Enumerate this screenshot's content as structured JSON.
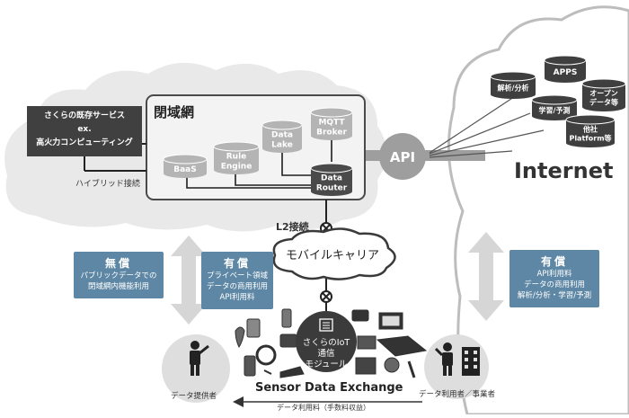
{
  "closed_network": {
    "title": "閉域網",
    "nodes": {
      "baas": "BaaS",
      "rule_engine": [
        "Rule",
        "Engine"
      ],
      "data_lake": [
        "Data",
        "Lake"
      ],
      "mqtt_broker": [
        "MQTT",
        "Broker"
      ],
      "data_router": [
        "Data",
        "Router"
      ]
    }
  },
  "existing_services": [
    "さくらの既存サービス",
    "ex.",
    "高火力コンピューティング"
  ],
  "hybrid_label": "ハイブリッド接続",
  "api_label": "API",
  "internet": {
    "label": "Internet",
    "nodes": {
      "apps": "APPS",
      "analysis": "解析/分析",
      "learning": "学習/予測",
      "open_data": [
        "オープン",
        "データ等"
      ],
      "other_platform": [
        "他社",
        "Platform等"
      ]
    }
  },
  "l2_label": "L2接続",
  "mobile_carrier": "モバイルキャリア",
  "module": [
    "さくらのIoT",
    "通信",
    "モジュール"
  ],
  "boxes": {
    "free": {
      "title": "無償",
      "lines": [
        "パブリックデータでの",
        "閉域網内機能利用"
      ]
    },
    "paid_left": {
      "title": "有償",
      "lines": [
        "プライベート領域",
        "データの商用利用",
        "API利用料"
      ]
    },
    "paid_right": {
      "title": "有償",
      "lines": [
        "API利用料",
        "データの商用利用",
        "解析/分析・学習/予測"
      ]
    }
  },
  "provider_label": "データ提供者",
  "user_label": "データ利用者／事業者",
  "sensor_exchange": "Sensor Data Exchange",
  "fee_label": "データ利用料（手数料収益）",
  "colors": {
    "accent": "#5d87a4",
    "dark": "#404040",
    "cloud": "#e9e9e9",
    "arrow": "#d6d6d6"
  }
}
